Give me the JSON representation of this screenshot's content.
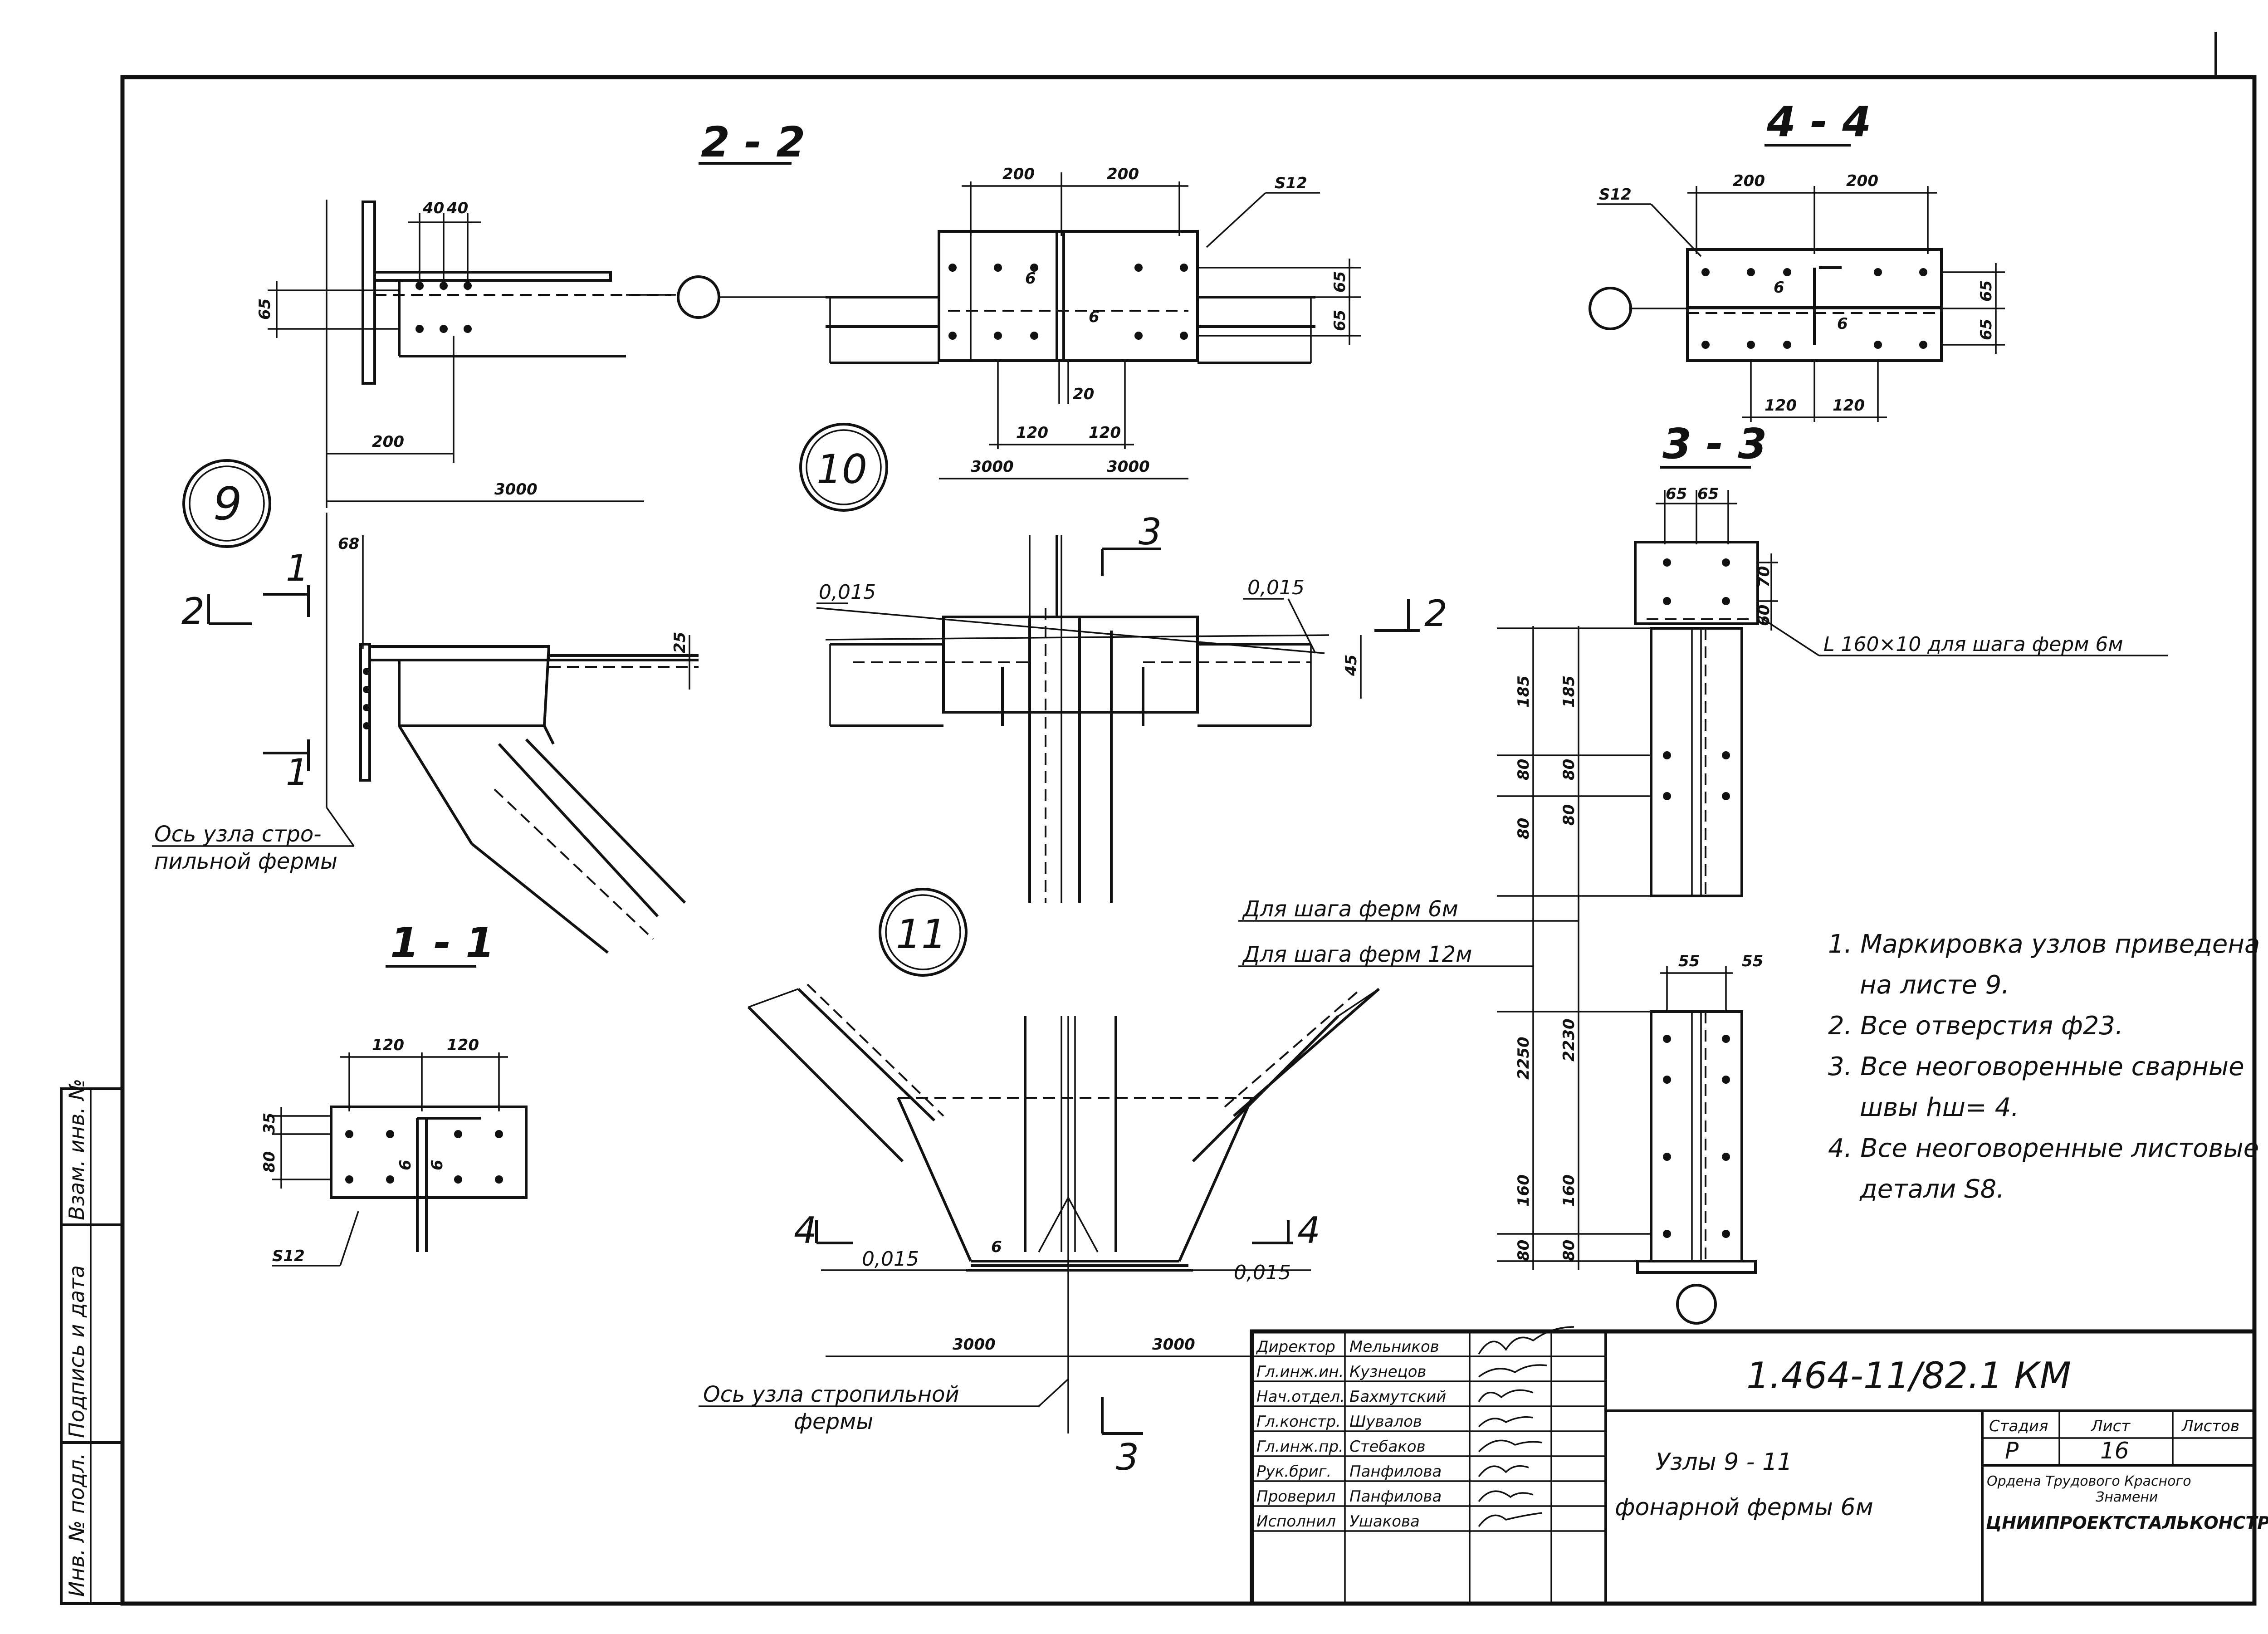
{
  "sections": {
    "s22": "2 - 2",
    "s44": "4 - 4",
    "s33": "3 - 3",
    "s11": "1 - 1"
  },
  "nodes": {
    "n9": "9",
    "n10": "10",
    "n11": "11"
  },
  "cut_marks": {
    "c1": "1",
    "c2": "2",
    "c3": "3",
    "c4": "4"
  },
  "dims": {
    "d40": "40",
    "d65": "65",
    "d200": "200",
    "d3000": "3000",
    "d68": "68",
    "d120": "120",
    "d20": "20",
    "d6": "6",
    "d70": "70",
    "d60": "60",
    "d185": "185",
    "d80": "80",
    "d2250": "2250",
    "d2230": "2230",
    "d160": "160",
    "d55": "55",
    "d35": "35",
    "d25": "25",
    "d45": "45",
    "slope": "0,015",
    "s12": "S12"
  },
  "labels": {
    "axis_rafter_1": "Ось узла стро-",
    "axis_rafter_2": "пильной фермы",
    "axis_rafter_node_1": "Ось узла стропильной",
    "axis_rafter_node_2": "фермы",
    "step6": "Для шага ферм 6м",
    "step12": "Для шага ферм 12м",
    "angle": "L 160×10 для шага ферм 6м"
  },
  "notes": [
    "1. Маркировка узлов приведена",
    "на листе 9.",
    "2. Все отверстия ф23.",
    "3. Все неоговоренные сварные",
    "швы hш= 4.",
    "4. Все неоговоренные листовые",
    "детали S8."
  ],
  "side_stamp": {
    "inv_orig": "Инв. № подл.",
    "sign_date": "Подпись и дата",
    "inv_replace": "Взам. инв. №"
  },
  "title_block": {
    "code": "1.464-11/82.1 КМ",
    "title_1": "Узлы 9 - 11",
    "title_2": "фонарной фермы 6м",
    "stage_label": "Стадия",
    "sheet_label": "Лист",
    "sheets_label": "Листов",
    "stage": "Р",
    "sheet": "16",
    "sheets": "",
    "org_1": "Ордена   Трудового   Красного",
    "org_2": "Знамени",
    "org_3": "ЦНИИПРОЕКТСТАЛЬКОНСТРУКЦИЯ",
    "staff": [
      {
        "role": "Директор",
        "name": "Мельников"
      },
      {
        "role": "Гл.инж.ин.",
        "name": "Кузнецов"
      },
      {
        "role": "Нач.отдел.",
        "name": "Бахмутский"
      },
      {
        "role": "Гл.констр.",
        "name": "Шувалов"
      },
      {
        "role": "Гл.инж.пр.",
        "name": "Стебаков"
      },
      {
        "role": "Рук.бриг.",
        "name": "Панфилова"
      },
      {
        "role": "Проверил",
        "name": "Панфилова"
      },
      {
        "role": "Исполнил",
        "name": "Ушакова"
      }
    ]
  }
}
